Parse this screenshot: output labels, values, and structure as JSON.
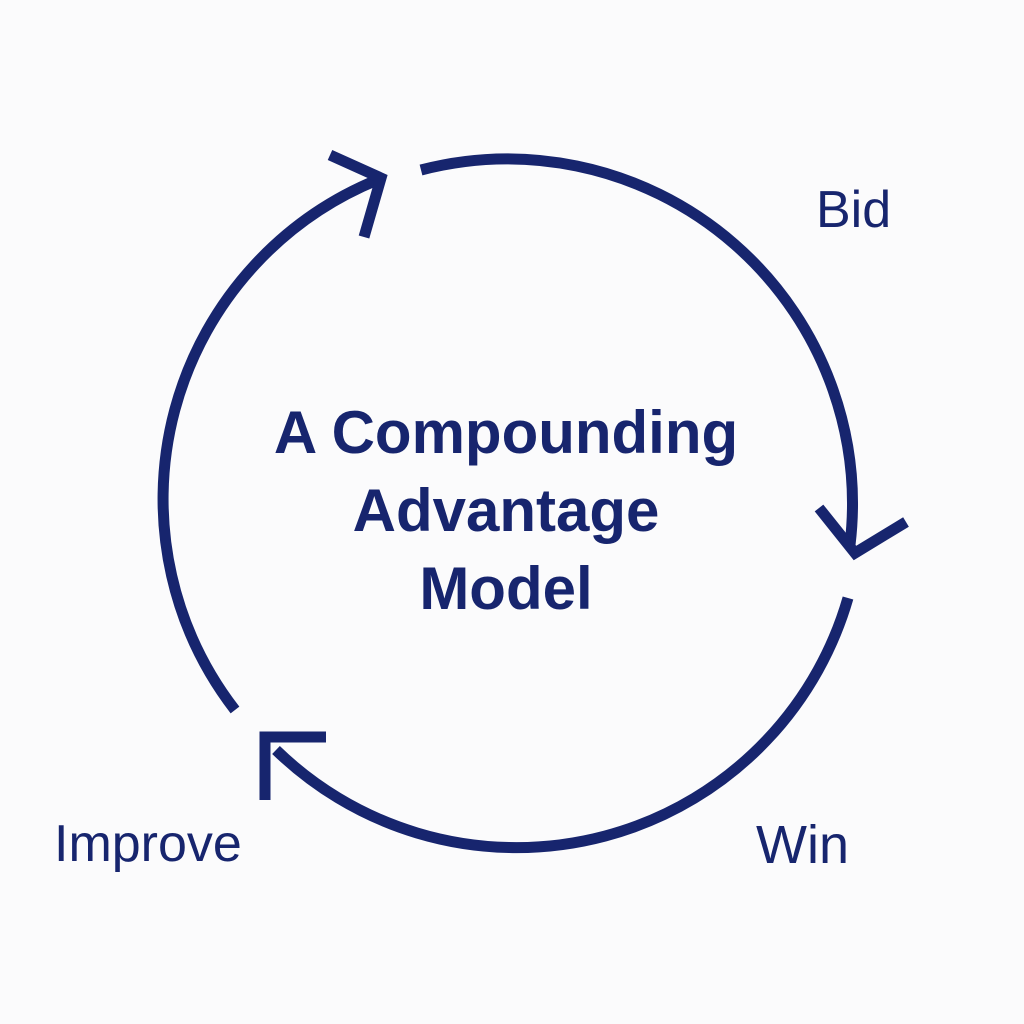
{
  "title": {
    "line1": "A Compounding",
    "line2": "Advantage",
    "line3": "Model"
  },
  "stages": [
    {
      "label": "Bid"
    },
    {
      "label": "Win"
    },
    {
      "label": "Improve"
    }
  ],
  "colors": {
    "primary": "#17256e",
    "background": "#fbfbfc"
  },
  "icons": [
    "cycle-arc",
    "arrow-head"
  ]
}
